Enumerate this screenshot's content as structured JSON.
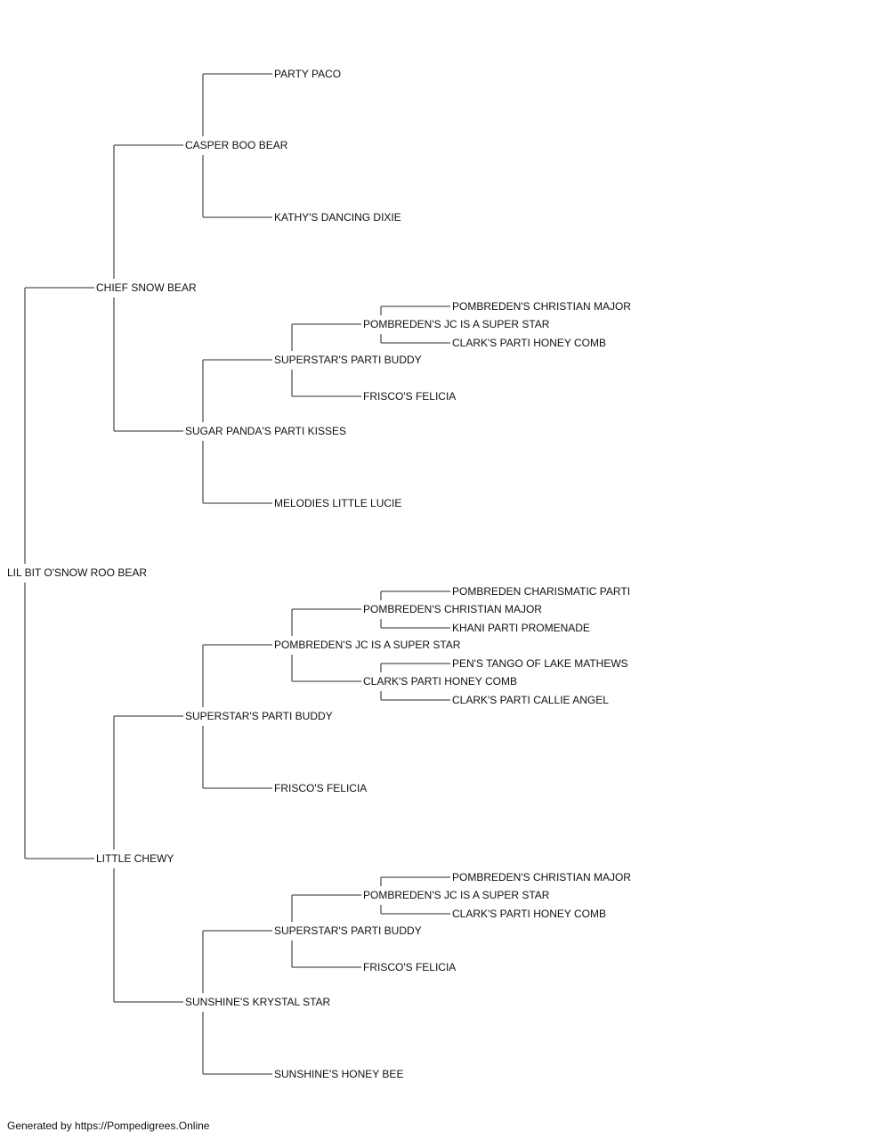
{
  "pedigree": {
    "name": "LIL BIT O'SNOW ROO BEAR",
    "sire": {
      "name": "CHIEF SNOW BEAR",
      "sire": {
        "name": "CASPER BOO BEAR",
        "sire": {
          "name": "PARTY PACO"
        },
        "dam": {
          "name": "KATHY'S DANCING DIXIE"
        }
      },
      "dam": {
        "name": "SUGAR PANDA'S PARTI KISSES",
        "sire": {
          "name": "SUPERSTAR'S PARTI BUDDY",
          "sire": {
            "name": "POMBREDEN'S JC IS A SUPER STAR",
            "sire": {
              "name": "POMBREDEN'S CHRISTIAN MAJOR"
            },
            "dam": {
              "name": "CLARK'S PARTI HONEY COMB"
            }
          },
          "dam": {
            "name": "FRISCO'S FELICIA"
          }
        },
        "dam": {
          "name": "MELODIES LITTLE LUCIE"
        }
      }
    },
    "dam": {
      "name": "LITTLE CHEWY",
      "sire": {
        "name": "SUPERSTAR'S PARTI BUDDY",
        "sire": {
          "name": "POMBREDEN'S JC IS A SUPER STAR",
          "sire": {
            "name": "POMBREDEN'S CHRISTIAN MAJOR",
            "sire": {
              "name": "POMBREDEN CHARISMATIC PARTI"
            },
            "dam": {
              "name": "KHANI PARTI PROMENADE"
            }
          },
          "dam": {
            "name": "CLARK'S PARTI HONEY COMB",
            "sire": {
              "name": "PEN'S TANGO OF LAKE MATHEWS"
            },
            "dam": {
              "name": "CLARK'S PARTI CALLIE ANGEL"
            }
          }
        },
        "dam": {
          "name": "FRISCO'S FELICIA"
        }
      },
      "dam": {
        "name": "SUNSHINE'S KRYSTAL STAR",
        "sire": {
          "name": "SUPERSTAR'S PARTI BUDDY",
          "sire": {
            "name": "POMBREDEN'S JC IS A SUPER STAR",
            "sire": {
              "name": "POMBREDEN'S CHRISTIAN MAJOR"
            },
            "dam": {
              "name": "CLARK'S PARTI HONEY COMB"
            }
          },
          "dam": {
            "name": "FRISCO'S FELICIA"
          }
        },
        "dam": {
          "name": "SUNSHINE'S HONEY BEE"
        }
      }
    }
  },
  "footer": "Generated by https://Pompedigrees.Online"
}
